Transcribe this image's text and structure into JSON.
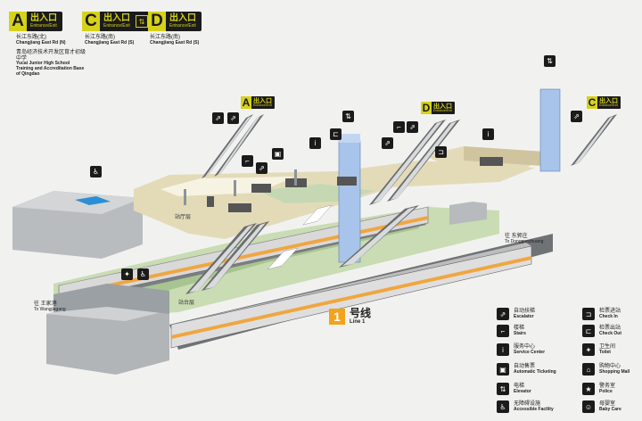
{
  "exits": [
    {
      "letter": "A",
      "title_cn": "出入口",
      "title_en": "Entrance/Exit",
      "road_cn": "长江东路(北)",
      "road_en": "Changjiang East Rd (N)",
      "extra_cn": "青岛经济技术开发区育才初级中学",
      "extra_en": "Yucai Junior High School Training and Accreditation Base of Qingdao",
      "icon": ""
    },
    {
      "letter": "C",
      "title_cn": "出入口",
      "title_en": "Entrance/Exit",
      "road_cn": "长江东路(南)",
      "road_en": "Changjiang East Rd (S)",
      "icon": "elevator-icon"
    },
    {
      "letter": "D",
      "title_cn": "出入口",
      "title_en": "Entrance/Exit",
      "road_cn": "长江东路(南)",
      "road_en": "Changjiang East Rd (S)",
      "icon": ""
    }
  ],
  "scene_exits": [
    {
      "letter": "A",
      "cn": "出入口",
      "en": "Entrance/Exit"
    },
    {
      "letter": "D",
      "cn": "出入口",
      "en": "Entrance/Exit"
    },
    {
      "letter": "C",
      "cn": "出入口",
      "en": "Entrance/Exit"
    }
  ],
  "levels": {
    "concourse": "站厅层",
    "platform": "站台层"
  },
  "line": {
    "number": "1",
    "name_cn": "号线",
    "name_en": "Line 1"
  },
  "directions": {
    "left": {
      "cn": "往 王家港",
      "en": "To Wangjiagang"
    },
    "right": {
      "cn": "往 东郭庄",
      "en": "To Dongguozhuang"
    }
  },
  "legend": [
    {
      "cn": "自动扶梯",
      "en": "Escalator",
      "icon": "escalator-icon",
      "glyph": "⇗"
    },
    {
      "cn": "检票进站",
      "en": "Check In",
      "icon": "check-in-icon",
      "glyph": "⊐"
    },
    {
      "cn": "楼梯",
      "en": "Stairs",
      "icon": "stairs-icon",
      "glyph": "⌐"
    },
    {
      "cn": "检票出站",
      "en": "Check Out",
      "icon": "check-out-icon",
      "glyph": "⊏"
    },
    {
      "cn": "服务中心",
      "en": "Service Center",
      "icon": "service-center-icon",
      "glyph": "i"
    },
    {
      "cn": "卫生间",
      "en": "Toilet",
      "icon": "toilet-icon",
      "glyph": "✦"
    },
    {
      "cn": "自动售票",
      "en": "Automatic Ticketing",
      "icon": "ticketing-icon",
      "glyph": "▣"
    },
    {
      "cn": "购物中心",
      "en": "Shopping Mall",
      "icon": "shopping-mall-icon",
      "glyph": "⌂"
    },
    {
      "cn": "电梯",
      "en": "Elevator",
      "icon": "elevator-icon",
      "glyph": "⇅"
    },
    {
      "cn": "警务室",
      "en": "Police",
      "icon": "police-icon",
      "glyph": "★"
    },
    {
      "cn": "无障碍设施",
      "en": "Accessible Facility",
      "icon": "accessible-icon",
      "glyph": "♿"
    },
    {
      "cn": "母婴室",
      "en": "Baby Care",
      "icon": "baby-care-icon",
      "glyph": "☺"
    }
  ],
  "colors": {
    "exit_yellow": "#d6d21a",
    "line_orange": "#f2a31a",
    "platform_green": "#c9dcb3",
    "concourse_beige": "#e3dbb8",
    "elevator_blue": "#a8c4ea"
  }
}
